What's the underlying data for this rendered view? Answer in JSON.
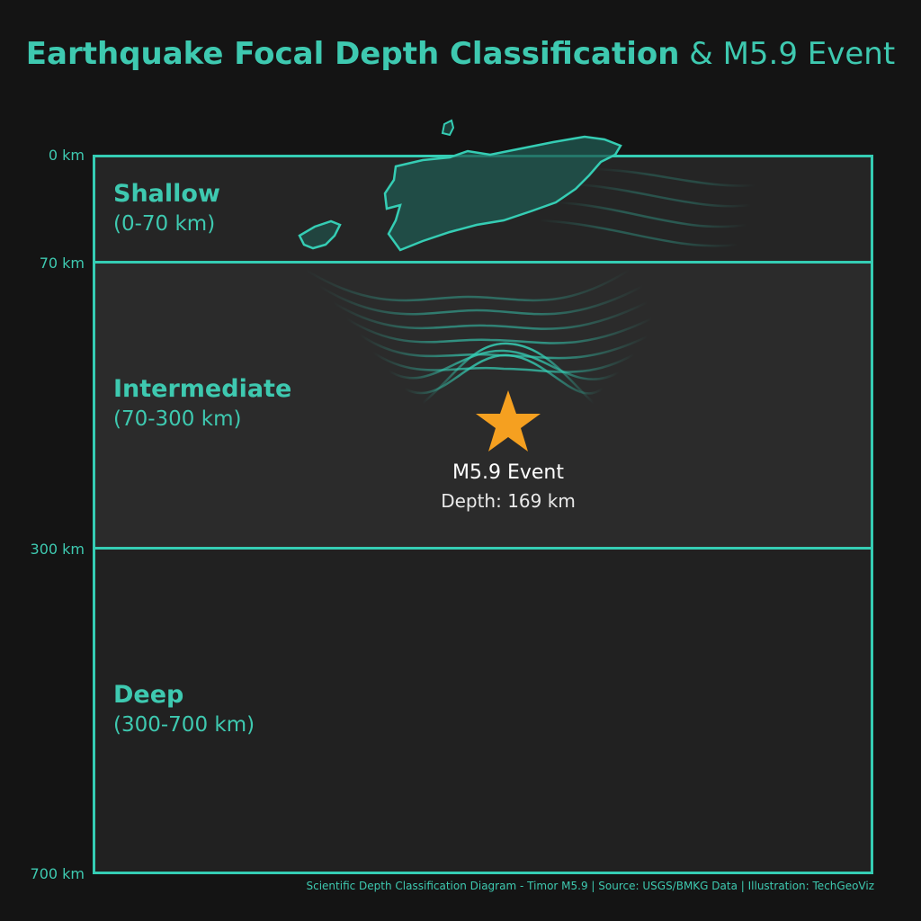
{
  "title": {
    "main": "Earthquake Focal Depth Classification",
    "suffix": "& M5.9 Event"
  },
  "depth_ticks": [
    "0 km",
    "70 km",
    "300 km",
    "700 km"
  ],
  "zones": [
    {
      "name": "Shallow",
      "range": "(0-70 km)"
    },
    {
      "name": "Intermediate",
      "range": "(70-300 km)"
    },
    {
      "name": "Deep",
      "range": "(300-700 km)"
    }
  ],
  "event": {
    "name": "M5.9 Event",
    "depth_label": "Depth: 169 km",
    "depth_km": 169,
    "marker_color": "#f5a020"
  },
  "footer": "Scientific Depth Classification Diagram - Timor M5.9 | Source: USGS/BMKG Data | Illustration: TechGeoViz",
  "colors": {
    "accent": "#35cdb4",
    "background": "#141414",
    "star": "#f5a020"
  },
  "icons": {
    "event_marker": "star-icon"
  }
}
